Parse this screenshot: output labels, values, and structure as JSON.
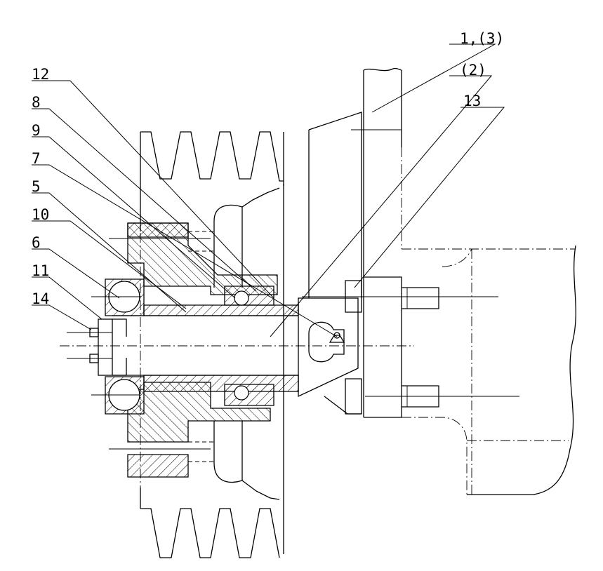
{
  "labels": {
    "l1": "1,(3)",
    "l2": "(2)",
    "l13": "13",
    "l12": "12",
    "l8": "8",
    "l9": "9",
    "l7": "7",
    "l5": "5",
    "l10": "10",
    "l6": "6",
    "l11": "11",
    "l14": "14"
  }
}
